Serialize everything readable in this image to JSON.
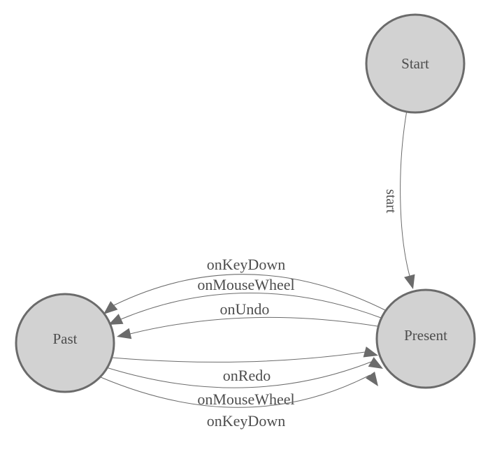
{
  "diagram": {
    "type": "state-machine",
    "nodes": [
      {
        "id": "start",
        "label": "Start"
      },
      {
        "id": "past",
        "label": "Past"
      },
      {
        "id": "present",
        "label": "Present"
      }
    ],
    "edges": [
      {
        "from": "Start",
        "to": "Present",
        "label": "start"
      },
      {
        "from": "Present",
        "to": "Past",
        "label": "onKeyDown"
      },
      {
        "from": "Present",
        "to": "Past",
        "label": "onMouseWheel"
      },
      {
        "from": "Present",
        "to": "Past",
        "label": "onUndo"
      },
      {
        "from": "Past",
        "to": "Present",
        "label": "onRedo"
      },
      {
        "from": "Past",
        "to": "Present",
        "label": "onMouseWheel"
      },
      {
        "from": "Past",
        "to": "Present",
        "label": "onKeyDown"
      }
    ],
    "colors": {
      "background": "#ffffff",
      "node_fill": "#d2d2d2",
      "node_stroke": "#6b6b6b",
      "edge_stroke": "#6b6b6b",
      "arrow_fill": "#6b6b6b",
      "label_text": "#4d4d4d"
    }
  }
}
